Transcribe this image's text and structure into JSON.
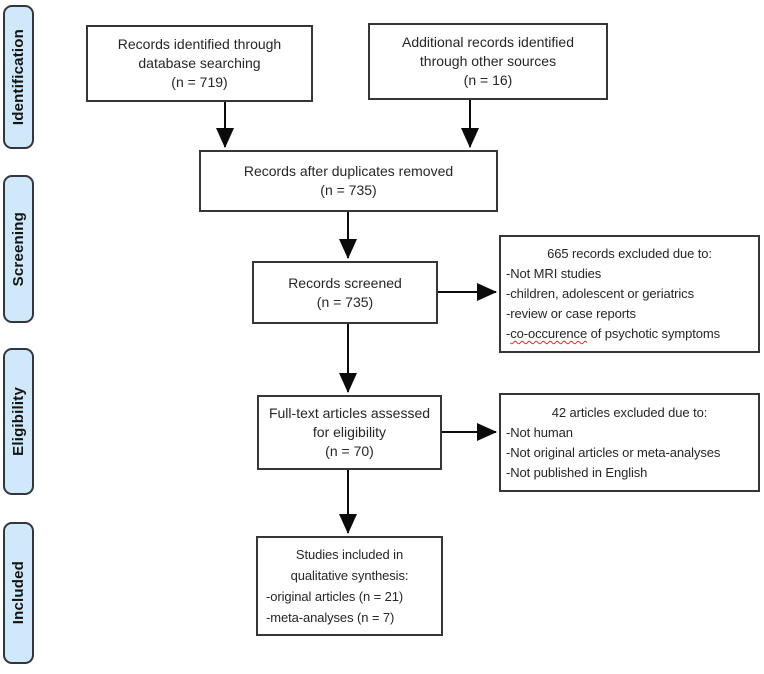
{
  "diagram": {
    "type": "prisma-flowchart",
    "stages": [
      {
        "label": "Identification"
      },
      {
        "label": "Screening"
      },
      {
        "label": "Eligibility"
      },
      {
        "label": "Included"
      }
    ],
    "nodes": {
      "identified": {
        "lines": [
          "Records identified through",
          "database searching",
          "(n = 719)"
        ]
      },
      "additional": {
        "lines": [
          "Additional records identified",
          "through other sources",
          "(n = 16)"
        ]
      },
      "after_duplicates": {
        "lines": [
          "Records after duplicates removed",
          "(n = 735)"
        ]
      },
      "screened": {
        "lines": [
          "Records screened",
          "(n = 735)"
        ]
      },
      "excluded_screening": {
        "heading": "665 records excluded due to:",
        "items": [
          "-Not MRI studies",
          "-children, adolescent or geriatrics",
          "-review or case reports"
        ],
        "last_item": {
          "prefix": "-",
          "misspelled": "co-occurence",
          "rest": " of psychotic symptoms"
        }
      },
      "full_text": {
        "lines": [
          "Full-text articles assessed",
          "for eligibility",
          "(n = 70)"
        ]
      },
      "excluded_full_text": {
        "heading": "42 articles excluded due to:",
        "items": [
          "-Not human",
          "-Not original articles or meta-analyses",
          "-Not published in English"
        ]
      },
      "included_studies": {
        "heading_lines": [
          "Studies included in",
          "qualitative synthesis:"
        ],
        "items": [
          "-original articles (n = 21)",
          "-meta-analyses (n = 7)"
        ]
      }
    },
    "colors": {
      "stage_fill": "#cfe9fa",
      "stage_border": "#33373b",
      "box_border": "#363636",
      "text": "#262626",
      "arrow": "#0b0b0b",
      "squiggle": "#d93025"
    }
  }
}
